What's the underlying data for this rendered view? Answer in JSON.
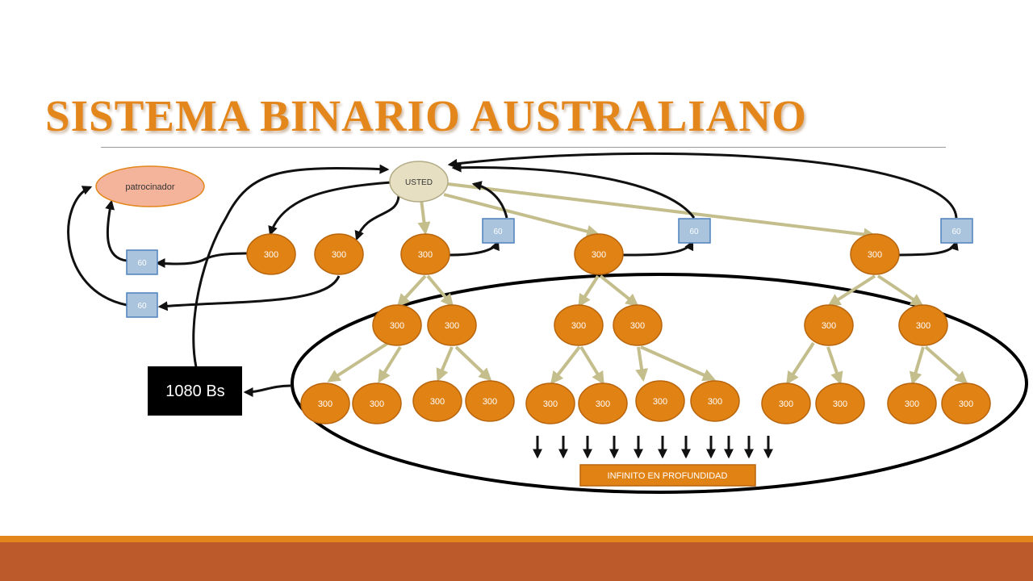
{
  "slide": {
    "title": "Sistema binario australiano"
  },
  "diagram": {
    "usted_label": "USTED",
    "sponsor_label": "patrocinador",
    "total_label": "1080 Bs",
    "infinite_label": "INFINITO EN PROFUNDIDAD",
    "commission_value": "60",
    "node_value": "300"
  },
  "colors": {
    "title": "#e3861b",
    "node_fill": "#e08214",
    "usted_fill": "#e6dfc2",
    "sponsor_fill": "#f4b49c",
    "commission_box": "#a9c4dc",
    "edge": "#c4bd8c",
    "bottom_band": "#bc5a2b"
  }
}
